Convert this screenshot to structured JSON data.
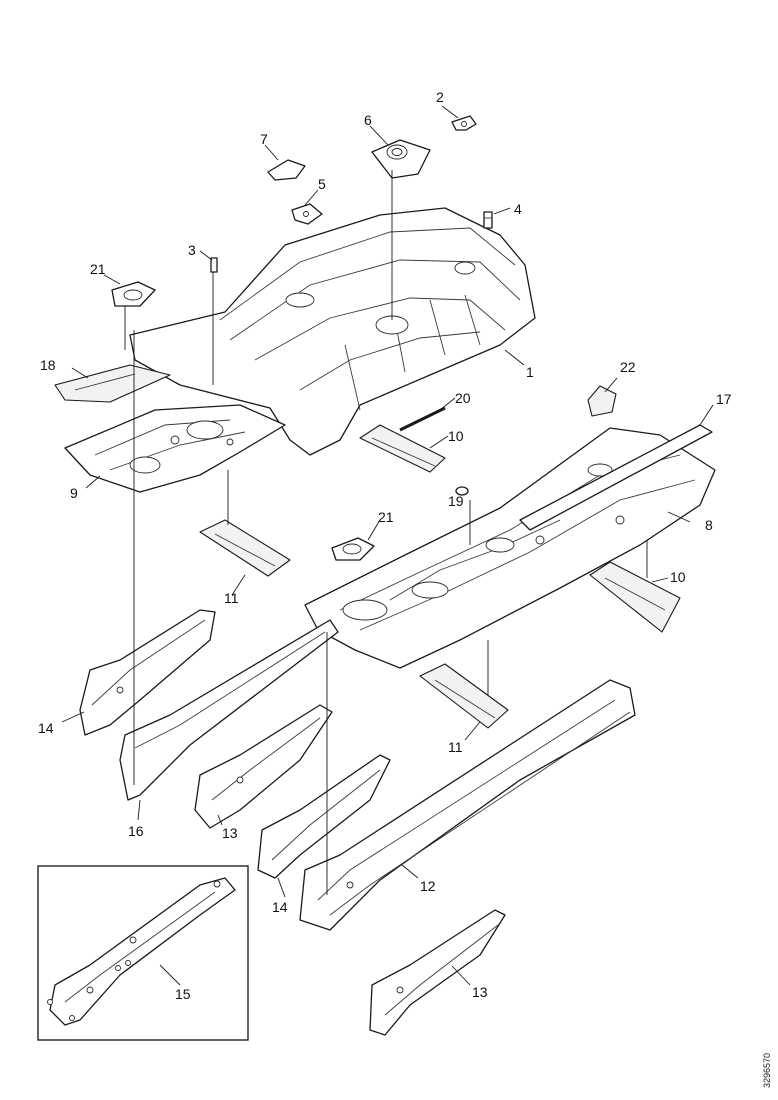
{
  "diagram": {
    "reference_code": "3296570",
    "callouts": {
      "c1": "1",
      "c2": "2",
      "c3": "3",
      "c4": "4",
      "c5": "5",
      "c6": "6",
      "c7": "7",
      "c8": "8",
      "c9": "9",
      "c10a": "10",
      "c10b": "10",
      "c11a": "11",
      "c11b": "11",
      "c12": "12",
      "c13a": "13",
      "c13b": "13",
      "c14a": "14",
      "c14b": "14",
      "c15": "15",
      "c16": "16",
      "c17": "17",
      "c18": "18",
      "c19": "19",
      "c20": "20",
      "c21a": "21",
      "c21b": "21",
      "c22": "22"
    }
  }
}
